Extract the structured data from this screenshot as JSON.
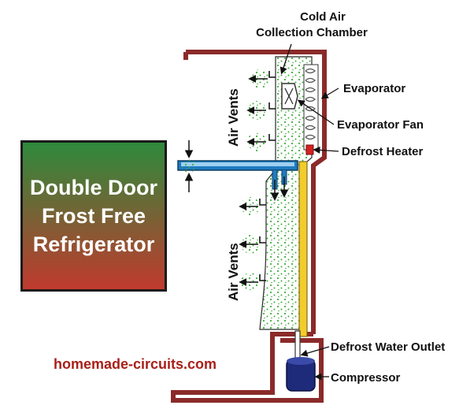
{
  "title": {
    "line1": "Double Door",
    "line2": "Frost Free",
    "line3": "Refrigerator"
  },
  "labels": {
    "chamber_line1": "Cold Air",
    "chamber_line2": "Collection Chamber",
    "evaporator": "Evaporator",
    "evaporator_fan": "Evaporator Fan",
    "defrost_heater": "Defrost Heater",
    "defrost_water_outlet": "Defrost Water Outlet",
    "compressor": "Compressor",
    "air_vents_top": "Air Vents",
    "air_vents_bottom": "Air Vents"
  },
  "website": "homemade-circuits.com",
  "colors": {
    "cabinet_wall": "#8b2a2a",
    "air_stipple": "#3fae3a",
    "duct": "#1f7bc0",
    "heater": "#d42020",
    "drain_strip": "#f2cc2a",
    "compressor": "#1e2a7a",
    "website_text": "#a8201a",
    "title_top": "#2e8a3c",
    "title_bottom": "#c03a2e"
  },
  "icons": [
    "air-flow-arrow-icon",
    "evaporator-coil-icon",
    "fan-icon",
    "heater-icon",
    "compressor-icon"
  ]
}
